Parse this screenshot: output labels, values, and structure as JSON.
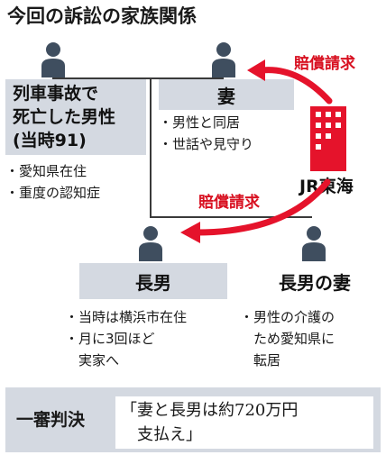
{
  "title": "今回の訴訟の家族関係",
  "deceased": {
    "lines": [
      "列車事故で",
      "死亡した男性",
      "(当時91)"
    ],
    "facts": [
      "・愛知県在住",
      "・重度の認知症"
    ]
  },
  "wife": {
    "label": "妻",
    "facts": [
      "・男性と同居",
      "・世話や見守り"
    ]
  },
  "jr": {
    "label": "JR東海",
    "claim_label": "賠償請求",
    "brand_color": "#e5132b"
  },
  "son": {
    "label": "長男",
    "facts": [
      "・当時は横浜市在住",
      "・月に3回ほど",
      "　実家へ"
    ]
  },
  "son_wife": {
    "label": "長男の妻",
    "facts": [
      "・男性の介護の",
      "　ため愛知県に",
      "　転居"
    ]
  },
  "verdict": {
    "label": "一審判決",
    "text_lines": [
      "「妻と長男は約720万円",
      "　支払え」"
    ]
  },
  "icons": [
    "person-icon",
    "building-icon",
    "arrow-icon"
  ]
}
